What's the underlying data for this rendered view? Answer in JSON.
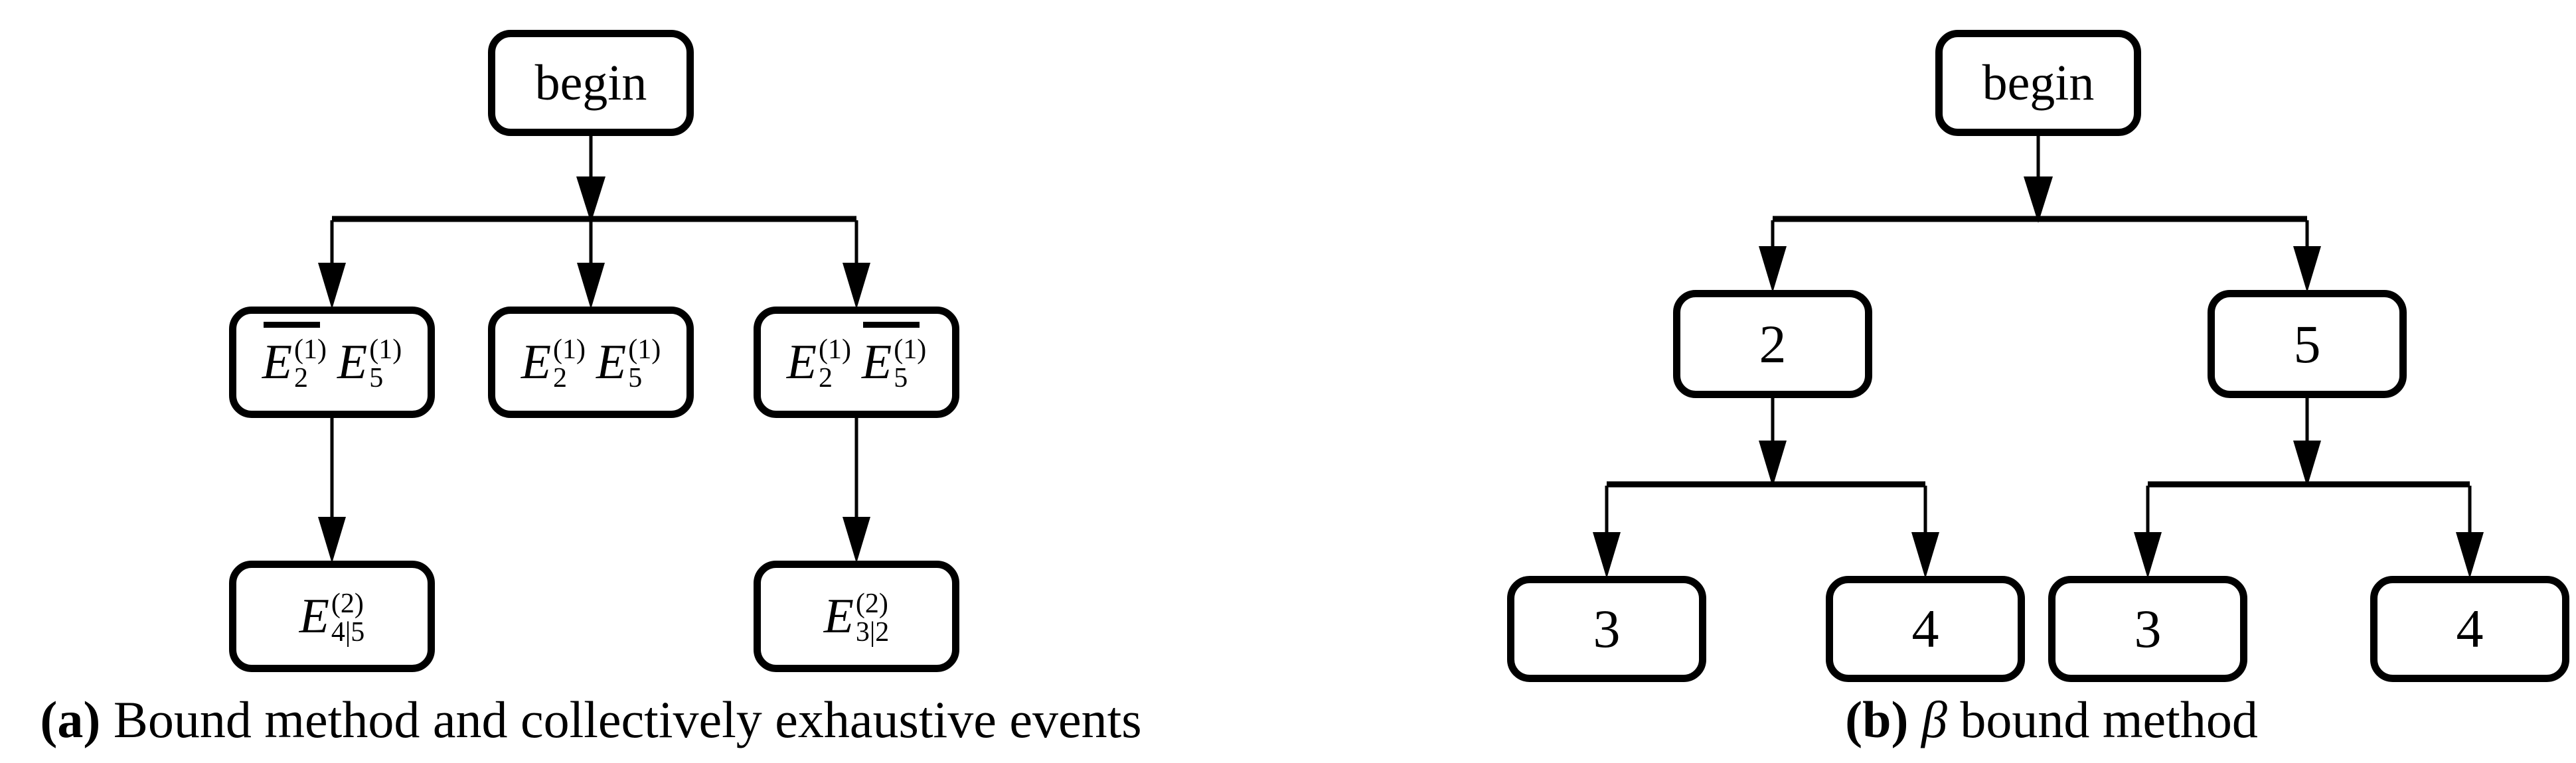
{
  "colors": {
    "background": "#ffffff",
    "foreground": "#000000"
  },
  "figure": {
    "panel_a": {
      "caption": {
        "label": "(a)",
        "text": " Bound method and collectively exhaustive events"
      },
      "root": {
        "label": "begin"
      },
      "level1": [
        {
          "f1": {
            "base": "E",
            "sup": "(1)",
            "sub": "2",
            "negated": true
          },
          "f2": {
            "base": "E",
            "sup": "(1)",
            "sub": "5",
            "negated": false
          }
        },
        {
          "f1": {
            "base": "E",
            "sup": "(1)",
            "sub": "2",
            "negated": false
          },
          "f2": {
            "base": "E",
            "sup": "(1)",
            "sub": "5",
            "negated": false
          }
        },
        {
          "f1": {
            "base": "E",
            "sup": "(1)",
            "sub": "2",
            "negated": false
          },
          "f2": {
            "base": "E",
            "sup": "(1)",
            "sub": "5",
            "negated": true
          }
        }
      ],
      "level2": [
        {
          "f1": {
            "base": "E",
            "sup": "(2)",
            "sub": "4|5",
            "negated": false
          }
        },
        {
          "f1": {
            "base": "E",
            "sup": "(2)",
            "sub": "3|2",
            "negated": false
          }
        }
      ]
    },
    "panel_b": {
      "caption": {
        "label": "(b)",
        "beta": " β",
        "text": " bound method"
      },
      "root": {
        "label": "begin"
      },
      "level1": [
        "2",
        "5"
      ],
      "level2": [
        "3",
        "4",
        "3",
        "4"
      ]
    }
  }
}
